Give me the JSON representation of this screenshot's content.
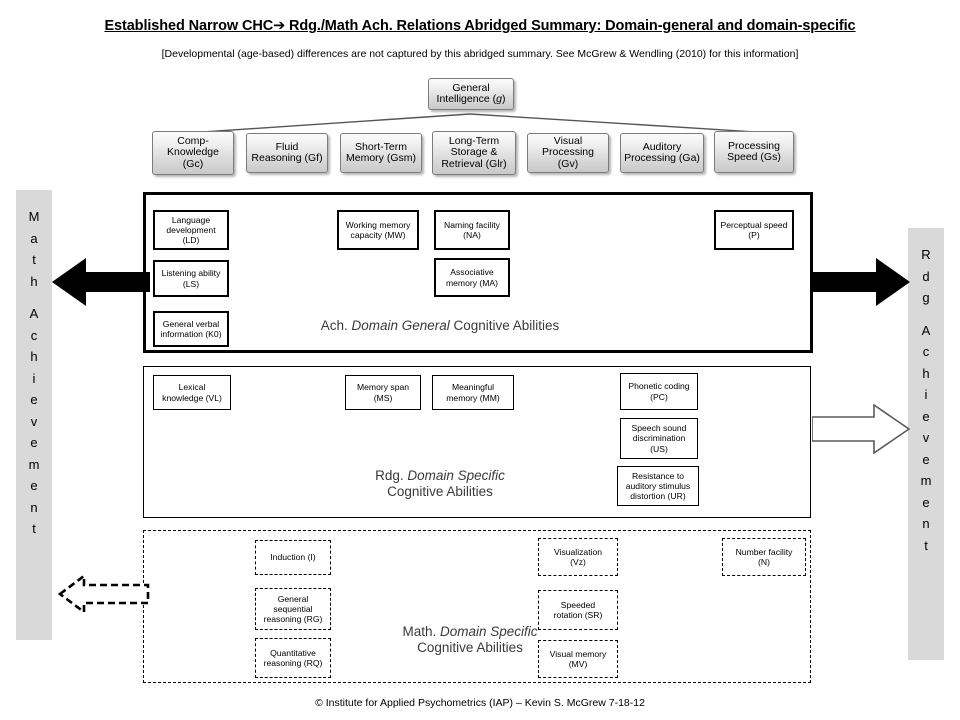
{
  "header": {
    "title": "Established Narrow CHC➔ Rdg./Math Ach. Relations Abridged Summary:  Domain-general and domain-specific",
    "subtitle": "[Developmental (age-based) differences are not captured by this abridged summary.  See McGrew & Wendling (2010) for this information]"
  },
  "footer": {
    "credit": "© Institute for Applied Psychometrics (IAP) – Kevin S. McGrew 7-18-12"
  },
  "general_intelligence": {
    "line1": "General",
    "line2": "Intelligence (",
    "italic": "g",
    "line2b": ")"
  },
  "broad_abilities": [
    {
      "label": "Comp-\nKnowledge\n(Gc)"
    },
    {
      "label": "Fluid\nReasoning (Gf)"
    },
    {
      "label": "Short-Term\nMemory (Gsm)"
    },
    {
      "label": "Long-Term\nStorage &\nRetrieval (Glr)"
    },
    {
      "label": "Visual\nProcessing (Gv)"
    },
    {
      "label": "Auditory\nProcessing (Ga)"
    },
    {
      "label": "Processing\nSpeed (Gs)"
    }
  ],
  "domain_general": {
    "caption_prefix": "Ach. ",
    "caption_italic": "Domain General",
    "caption_suffix": " Cognitive Abilities",
    "abilities": [
      {
        "label": "Language\ndevelopment\n(LD)"
      },
      {
        "label": "Listening ability\n(LS)"
      },
      {
        "label": "General verbal\ninformation (K0)"
      },
      {
        "label": "Working memory\ncapacity (MW)"
      },
      {
        "label": "Naming facility\n(NA)"
      },
      {
        "label": "Associative\nmemory (MA)"
      },
      {
        "label": "Perceptual speed\n(P)"
      }
    ]
  },
  "reading_specific": {
    "caption_prefix": "Rdg. ",
    "caption_italic": "Domain Specific",
    "caption_suffix": "Cognitive Abilities",
    "abilities": [
      {
        "label": "Lexical\nknowledge (VL)"
      },
      {
        "label": "Memory span\n(MS)"
      },
      {
        "label": "Meaningful\nmemory (MM)"
      },
      {
        "label": "Phonetic coding\n(PC)"
      },
      {
        "label": "Speech sound\ndiscrimination\n(US)"
      },
      {
        "label": "Resistance to\nauditory stimulus\ndistortion (UR)"
      }
    ]
  },
  "math_specific": {
    "caption_prefix": "Math. ",
    "caption_italic": "Domain Specific",
    "caption_suffix": "Cognitive Abilities",
    "abilities": [
      {
        "label": "Induction (I)"
      },
      {
        "label": "General\nsequential\nreasoning (RG)"
      },
      {
        "label": "Quantitative\nreasoning (RQ)"
      },
      {
        "label": "Visualization\n(Vz)"
      },
      {
        "label": "Speeded\nrotation (SR)"
      },
      {
        "label": "Visual memory\n(MV)"
      },
      {
        "label": "Number facility\n(N)"
      }
    ]
  },
  "left_bar": {
    "text": "Math Achievement",
    "lines": [
      "M",
      "a",
      "t",
      "h",
      "",
      "A",
      "c",
      "h",
      "i",
      "e",
      "v",
      "e",
      "m",
      "e",
      "n",
      "t"
    ]
  },
  "right_bar": {
    "text": "Rdg Achievement",
    "lines": [
      "R",
      "d",
      "g",
      "",
      "A",
      "c",
      "h",
      "i",
      "e",
      "v",
      "e",
      "m",
      "e",
      "n",
      "t"
    ]
  },
  "colors": {
    "bar_fill": "#d9d9d9",
    "box_border": "#000000",
    "chc_border": "#7c7c7c",
    "caption_text": "#3a3a3a"
  }
}
